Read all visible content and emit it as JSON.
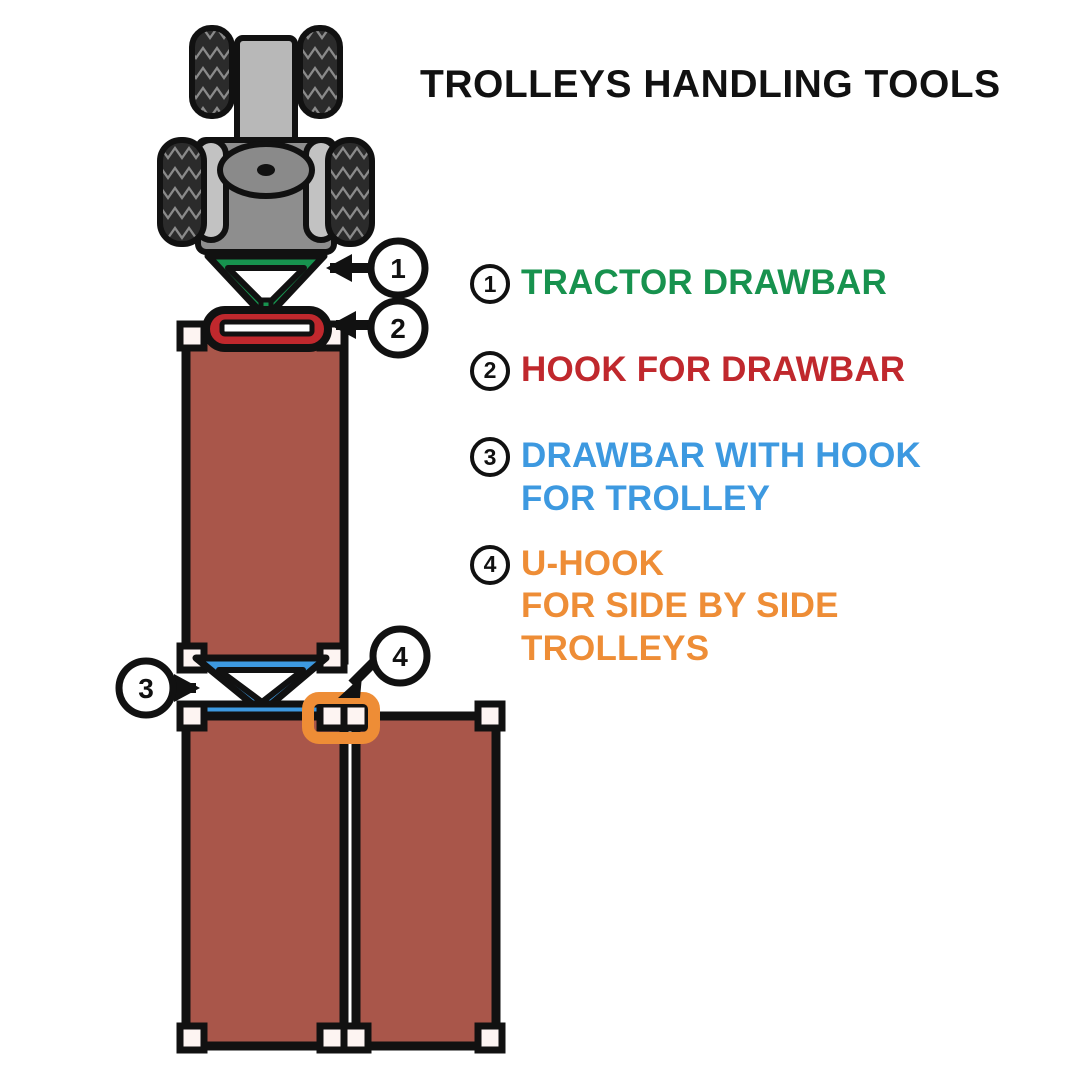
{
  "title": "TROLLEYS HANDLING TOOLS",
  "colors": {
    "green": "#17924e",
    "red": "#c0282d",
    "blue": "#3d99e0",
    "orange": "#ee8d36",
    "trolley_body": "#a9564a",
    "outline": "#111111",
    "tractor_body": "#8e8e8e",
    "tractor_hood": "#b8b8b8",
    "tire": "#2b2b2b",
    "tread": "#8a8a8a",
    "background": "#ffffff"
  },
  "legend": {
    "items": [
      {
        "number": "1",
        "color": "#17924e",
        "lines": [
          "TRACTOR DRAWBAR"
        ]
      },
      {
        "number": "2",
        "color": "#c0282d",
        "lines": [
          "HOOK FOR DRAWBAR"
        ]
      },
      {
        "number": "3",
        "color": "#3d99e0",
        "lines": [
          "DRAWBAR WITH HOOK",
          "FOR TROLLEY"
        ]
      },
      {
        "number": "4",
        "color": "#ee8d36",
        "lines": [
          "U-HOOK",
          "FOR SIDE BY SIDE",
          "TROLLEYS"
        ]
      }
    ]
  },
  "callouts": [
    {
      "number": "1",
      "target": "tractor-drawbar",
      "arrow": "left"
    },
    {
      "number": "2",
      "target": "hook-for-drawbar",
      "arrow": "left"
    },
    {
      "number": "3",
      "target": "drawbar-with-hook",
      "arrow": "right"
    },
    {
      "number": "4",
      "target": "u-hook",
      "arrow": "down-left"
    }
  ],
  "diagram": {
    "tractor": {
      "label": "tractor-top-view",
      "wheels": 4,
      "drawbar_color": "#17924e"
    },
    "trolleys": [
      {
        "label": "trolley-front",
        "casters": 4
      },
      {
        "label": "trolley-rear-left",
        "casters": 4
      },
      {
        "label": "trolley-rear-right",
        "casters": 4
      }
    ]
  }
}
